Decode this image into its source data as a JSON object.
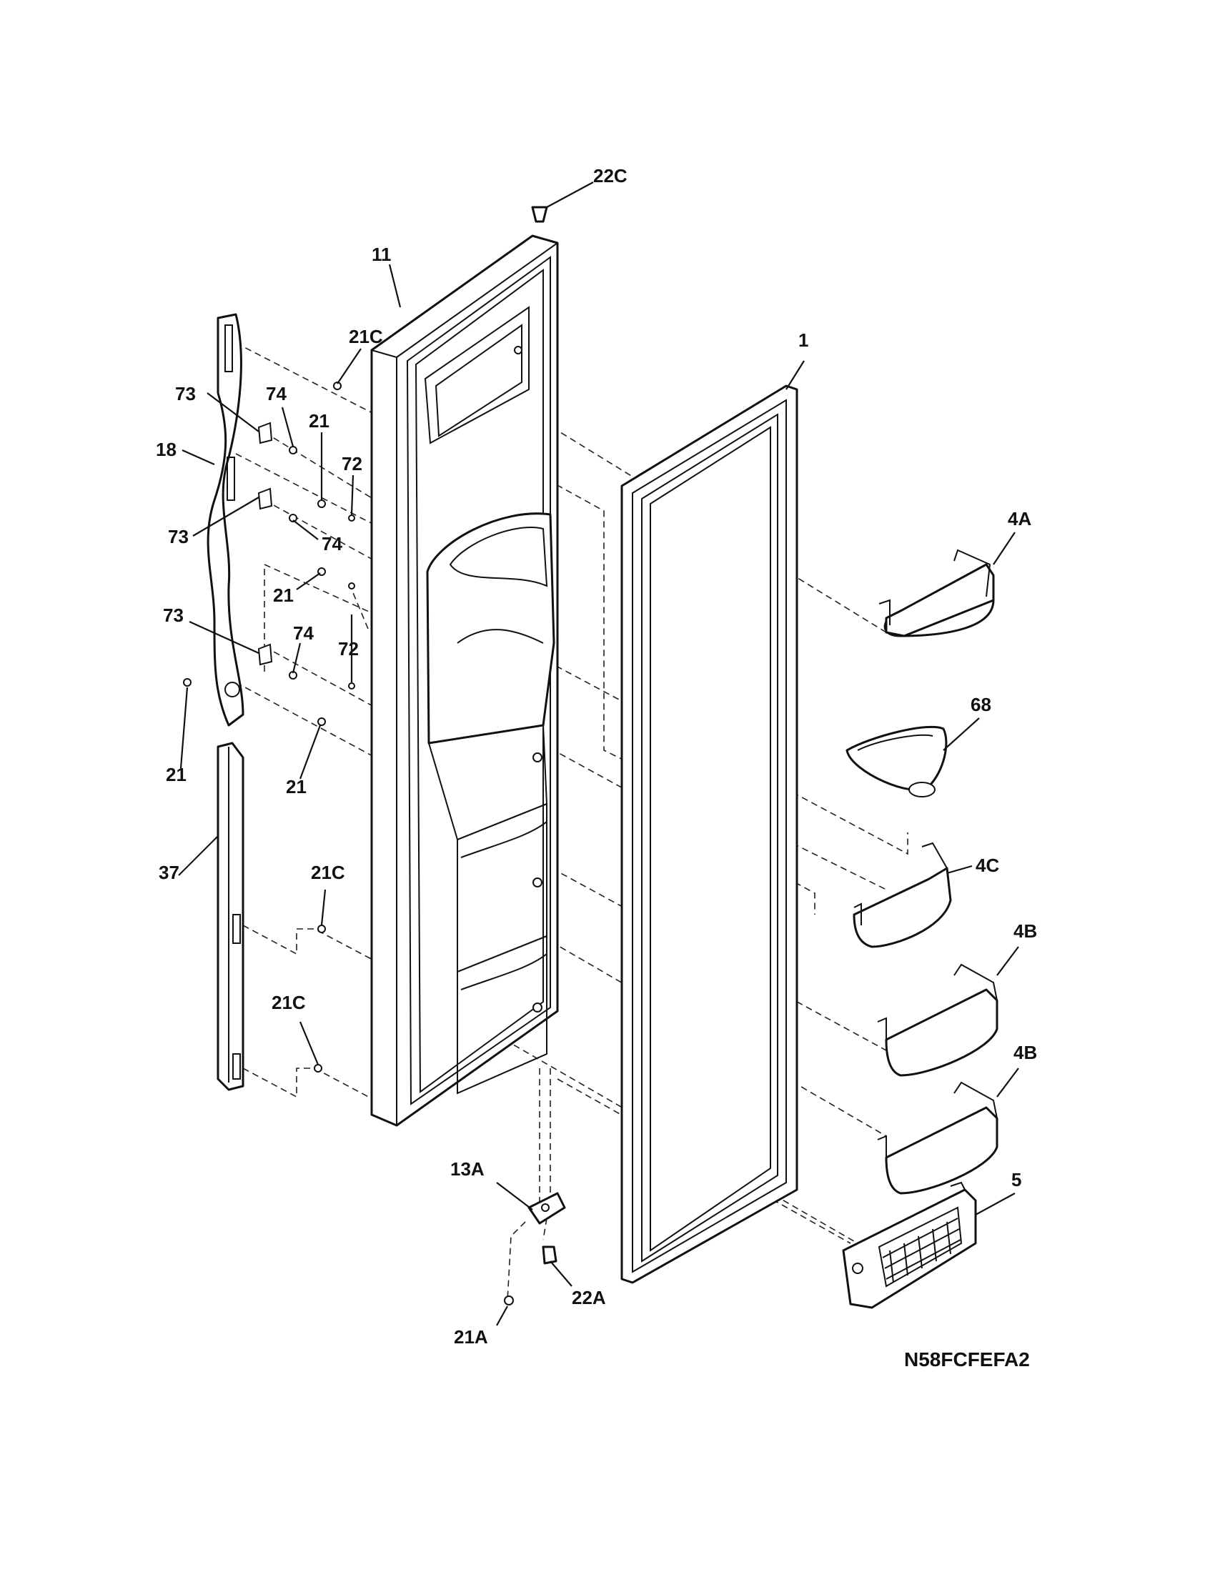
{
  "diagram_code": "N58FCFEFA2",
  "callouts": [
    {
      "id": "c-22c",
      "text": "22C"
    },
    {
      "id": "c-11",
      "text": "11"
    },
    {
      "id": "c-21c-top",
      "text": "21C"
    },
    {
      "id": "c-1",
      "text": "1"
    },
    {
      "id": "c-73a",
      "text": "73"
    },
    {
      "id": "c-74a",
      "text": "74"
    },
    {
      "id": "c-21a-top",
      "text": "21"
    },
    {
      "id": "c-72a",
      "text": "72"
    },
    {
      "id": "c-18",
      "text": "18"
    },
    {
      "id": "c-73b",
      "text": "73"
    },
    {
      "id": "c-74b",
      "text": "74"
    },
    {
      "id": "c-21b",
      "text": "21"
    },
    {
      "id": "c-4a",
      "text": "4A"
    },
    {
      "id": "c-73c",
      "text": "73"
    },
    {
      "id": "c-74c",
      "text": "74"
    },
    {
      "id": "c-72b",
      "text": "72"
    },
    {
      "id": "c-68",
      "text": "68"
    },
    {
      "id": "c-21c",
      "text": "21"
    },
    {
      "id": "c-21d",
      "text": "21"
    },
    {
      "id": "c-4c",
      "text": "4C"
    },
    {
      "id": "c-37",
      "text": "37"
    },
    {
      "id": "c-21c-mid",
      "text": "21C"
    },
    {
      "id": "c-4b-top",
      "text": "4B"
    },
    {
      "id": "c-21c-low",
      "text": "21C"
    },
    {
      "id": "c-4b-low",
      "text": "4B"
    },
    {
      "id": "c-5",
      "text": "5"
    },
    {
      "id": "c-13a",
      "text": "13A"
    },
    {
      "id": "c-22a",
      "text": "22A"
    },
    {
      "id": "c-21a",
      "text": "21A"
    }
  ]
}
